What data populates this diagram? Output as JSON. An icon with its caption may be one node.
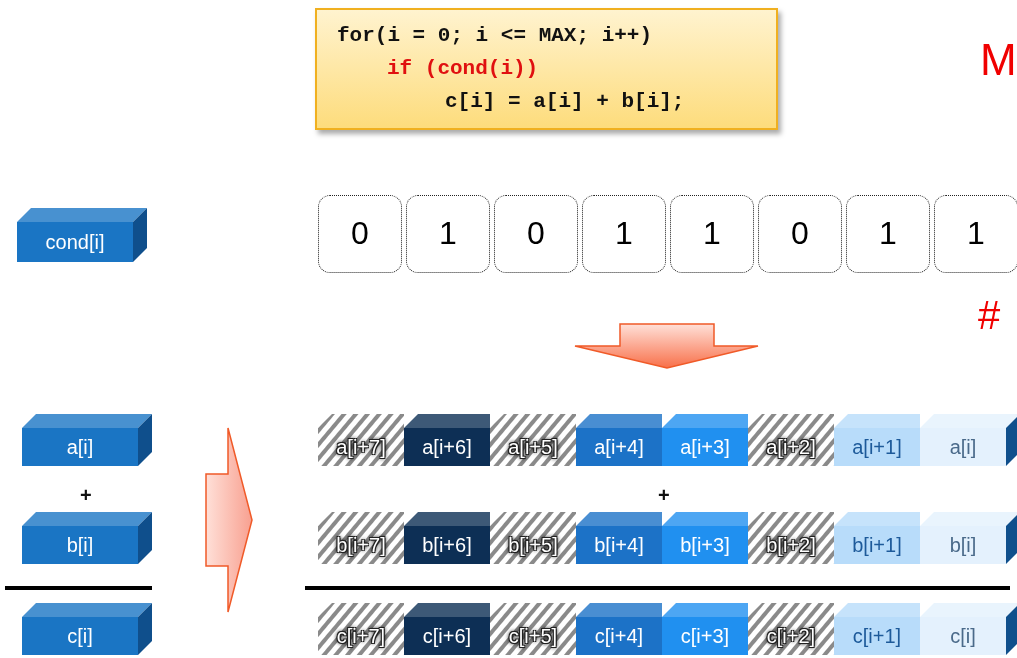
{
  "diagram": {
    "nodes": [
      {
        "text": [
          "for(i = 0; i <= MAX; i++)",
          "if (cond(i))",
          "c[i] = a[i] + b[i];"
        ]
      },
      {
        "text": [
          "cond[i]"
        ]
      },
      {
        "text": [
          "0"
        ]
      },
      {
        "text": [
          "1"
        ]
      },
      {
        "text": [
          "0"
        ]
      },
      {
        "text": [
          "1"
        ]
      },
      {
        "text": [
          "1"
        ]
      },
      {
        "text": [
          "0"
        ]
      },
      {
        "text": [
          "1"
        ]
      },
      {
        "text": [
          "1"
        ]
      },
      {
        "text": [
          "a[i]"
        ]
      },
      {
        "text": [
          "b[i]"
        ]
      },
      {
        "text": [
          "c[i]"
        ]
      },
      {
        "text": [
          "a[i+7]"
        ]
      },
      {
        "text": [
          "a[i+6]"
        ]
      },
      {
        "text": [
          "a[i+5]"
        ]
      },
      {
        "text": [
          "a[i+4]"
        ]
      },
      {
        "text": [
          "a[i+3]"
        ]
      },
      {
        "text": [
          "a[i+2]"
        ]
      },
      {
        "text": [
          "a[i+1]"
        ]
      },
      {
        "text": [
          "a[i]"
        ]
      },
      {
        "text": [
          "b[i+7]"
        ]
      },
      {
        "text": [
          "b[i+6]"
        ]
      },
      {
        "text": [
          "b[i+5]"
        ]
      },
      {
        "text": [
          "b[i+4]"
        ]
      },
      {
        "text": [
          "b[i+3]"
        ]
      },
      {
        "text": [
          "b[i+2]"
        ]
      },
      {
        "text": [
          "b[i+1]"
        ]
      },
      {
        "text": [
          "b[i]"
        ]
      },
      {
        "text": [
          "c[i+7]"
        ]
      },
      {
        "text": [
          "c[i+6]"
        ]
      },
      {
        "text": [
          "c[i+5]"
        ]
      },
      {
        "text": [
          "c[i+4]"
        ]
      },
      {
        "text": [
          "c[i+3]"
        ]
      },
      {
        "text": [
          "c[i+2]"
        ]
      },
      {
        "text": [
          "c[i+1]"
        ]
      },
      {
        "text": [
          "c[i]"
        ]
      }
    ],
    "edges": [],
    "labels": [
      "M",
      "#",
      "+",
      "+"
    ]
  }
}
